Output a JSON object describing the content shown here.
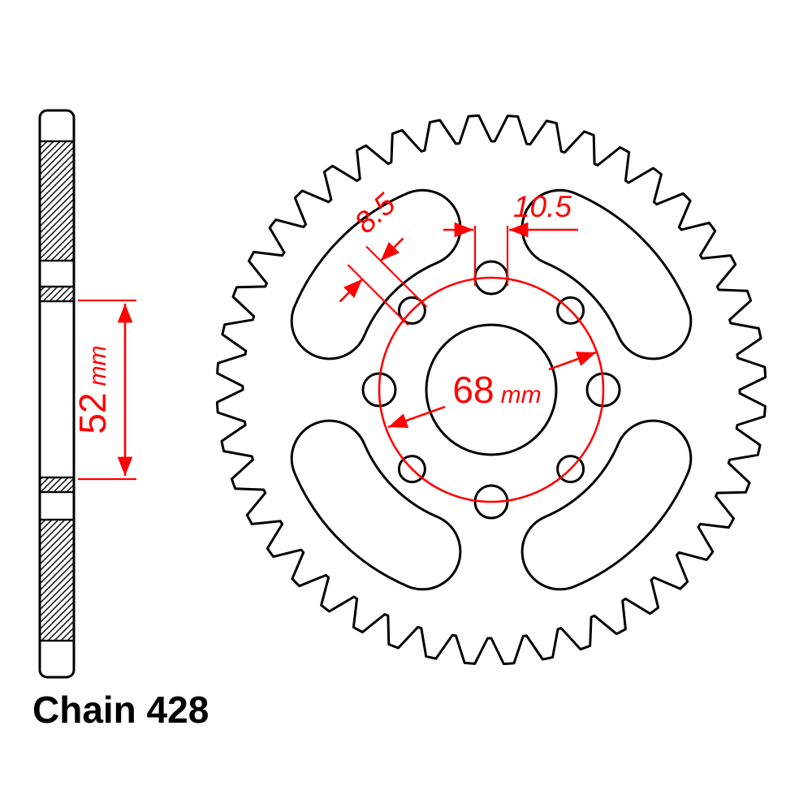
{
  "footer": {
    "chain_label": "Chain 428"
  },
  "dimensions": {
    "width": {
      "value": "52",
      "unit": "mm"
    },
    "bolt_circle": {
      "value": "68",
      "unit": "mm"
    },
    "hole_small": {
      "value": "8.5"
    },
    "hole_large": {
      "value": "10.5"
    }
  },
  "colors": {
    "annotation_red": "#ff0000",
    "outline_black": "#000000",
    "background": "#ffffff"
  },
  "geometry": {
    "teeth": 44,
    "bolt_holes": 8,
    "kidney_cutouts": 4
  }
}
